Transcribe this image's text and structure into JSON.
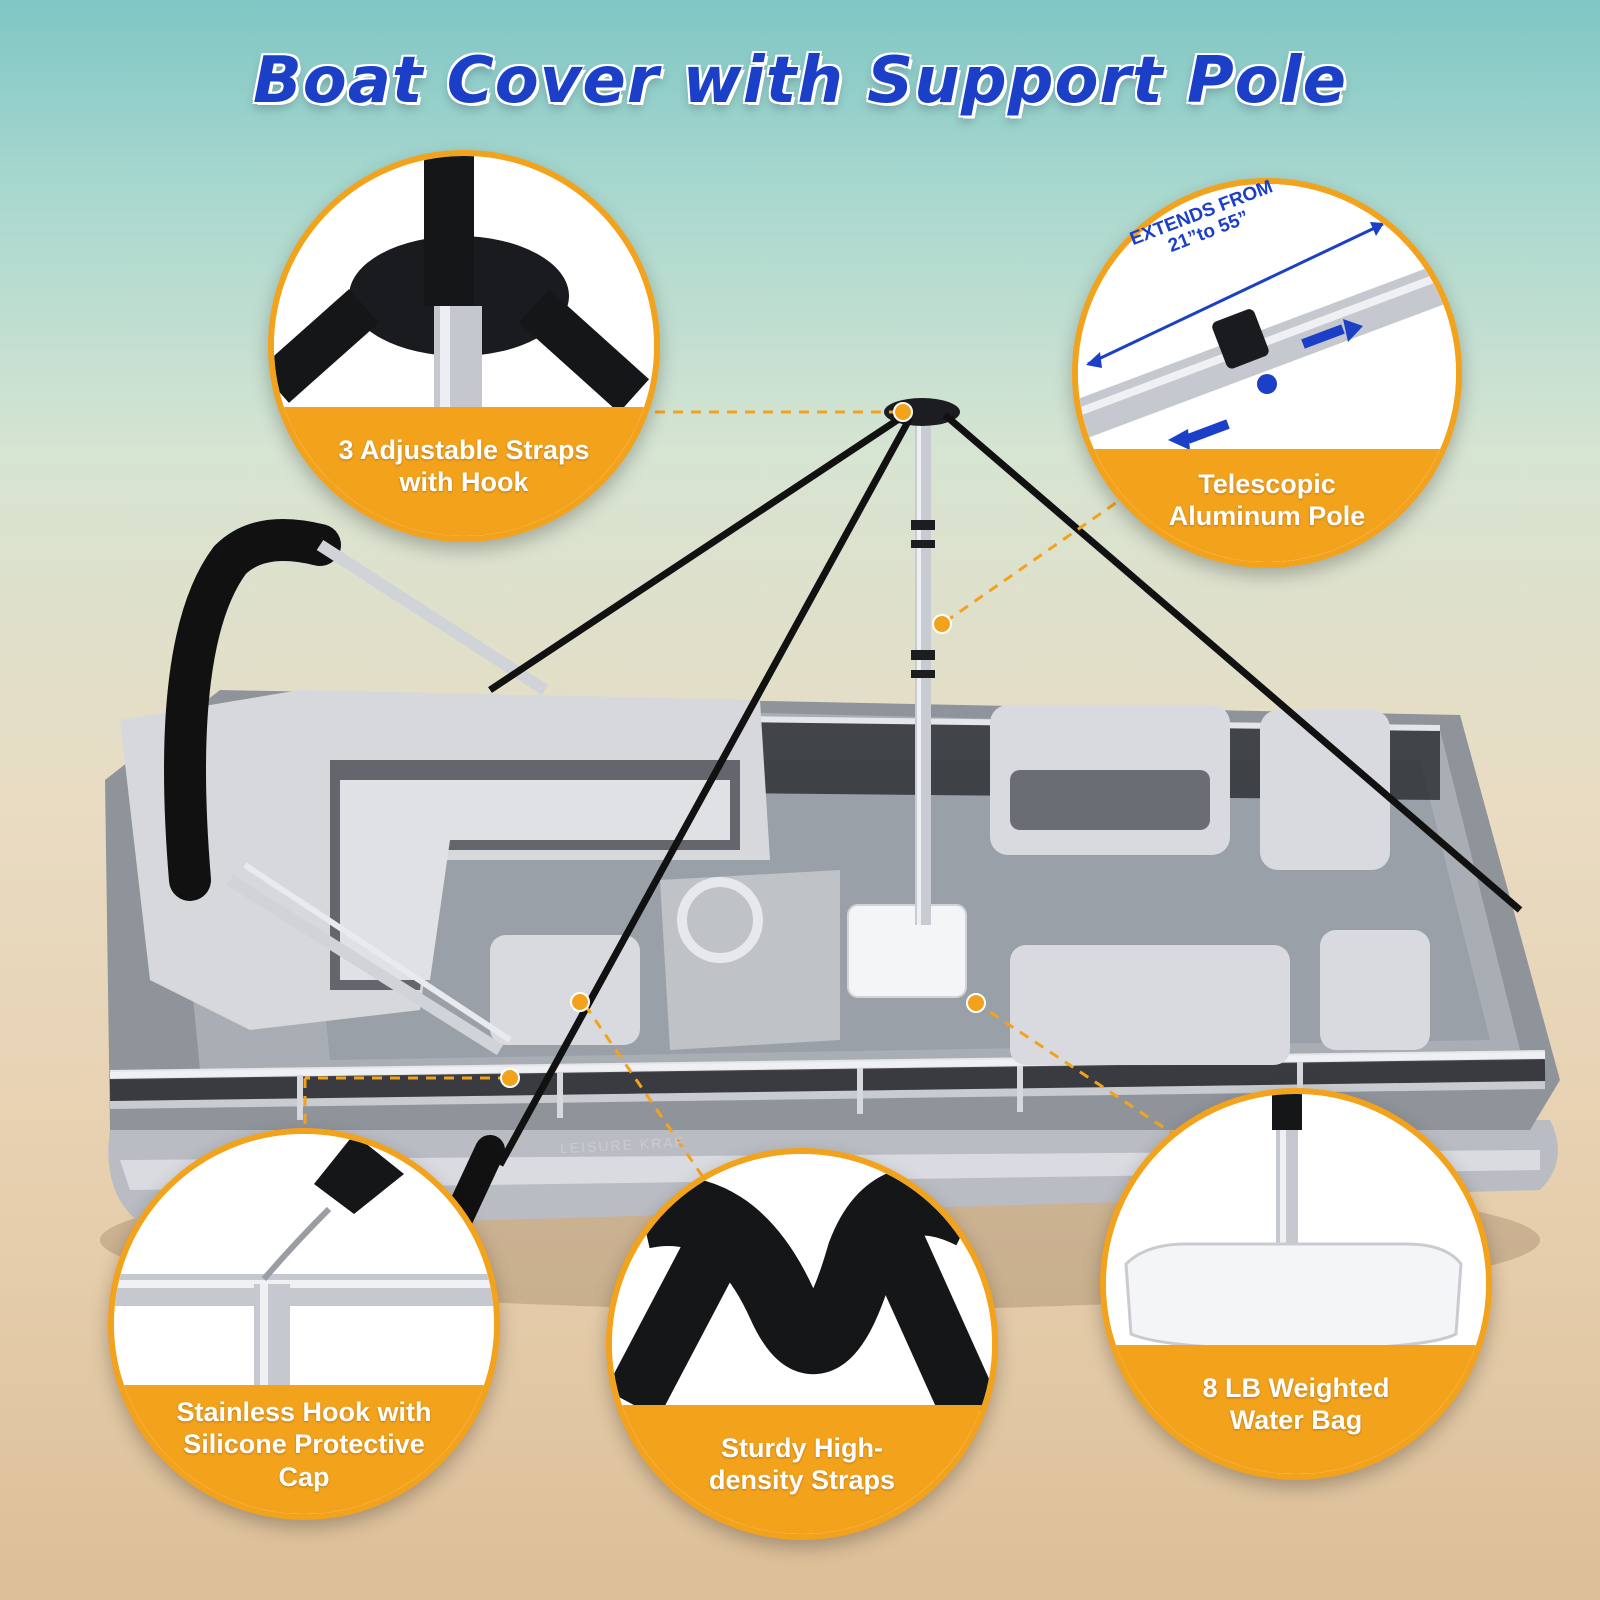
{
  "title": "Boat Cover with Support Pole",
  "callouts": {
    "straps_hook": {
      "label": "3 Adjustable Straps\nwith Hook"
    },
    "telescopic_pole": {
      "label": "Telescopic\nAluminum Pole",
      "extends_text": "EXTENDS FROM\n21”to 55”"
    },
    "stainless_hook": {
      "label": "Stainless Hook with\nSilicone Protective\nCap"
    },
    "sturdy_straps": {
      "label": "Sturdy High-\ndensity Straps"
    },
    "water_bag": {
      "label": "8 LB Weighted\nWater Bag"
    }
  },
  "boat": {
    "hull_text": "LEISURE KRAF"
  },
  "colors": {
    "accent": "#f3a21c",
    "title_blue": "#1b3fc7",
    "strap": "#111111"
  }
}
